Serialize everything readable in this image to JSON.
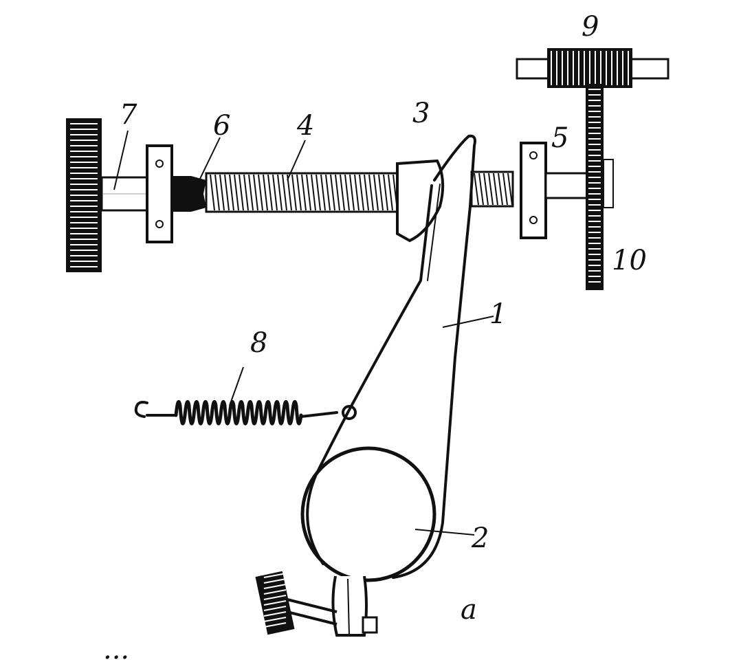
{
  "figure": {
    "caption_fragment": "...",
    "sub_label": "a"
  },
  "labels": {
    "arm": "1",
    "ring": "2",
    "cam_block": "3",
    "lead_screw": "4",
    "bearing_right": "5",
    "tip": "6",
    "handwheel": "7",
    "spring": "8",
    "pinion": "9",
    "gear_rack": "10"
  }
}
